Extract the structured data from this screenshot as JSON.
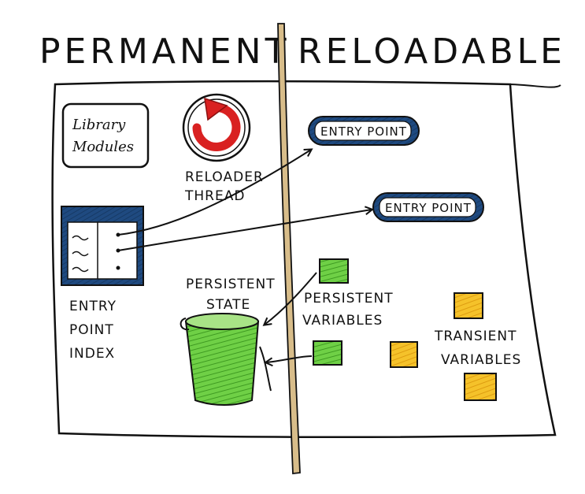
{
  "headers": {
    "left": "PERMANENT",
    "right": "RELOADABLE"
  },
  "library": {
    "line1": "Library",
    "line2": "Modules"
  },
  "reloader": {
    "line1": "RELOADER",
    "line2": "THREAD"
  },
  "entry_points": [
    {
      "label": "ENTRY POINT"
    },
    {
      "label": "ENTRY POINT"
    }
  ],
  "entry_index": {
    "line1": "ENTRY",
    "line2": "POINT",
    "line3": "INDEX"
  },
  "persistent_state": {
    "line1": "PERSISTENT",
    "line2": "STATE"
  },
  "persistent_vars": {
    "line1": "PERSISTENT",
    "line2": "VARIABLES"
  },
  "transient_vars": {
    "line1": "TRANSIENT",
    "line2": "VARIABLES"
  },
  "colors": {
    "ink": "#111111",
    "divider": "#d8bd8a",
    "navy": "#1f4a80",
    "red": "#d92121",
    "green": "#5fc238",
    "yellow": "#f2b51d"
  }
}
